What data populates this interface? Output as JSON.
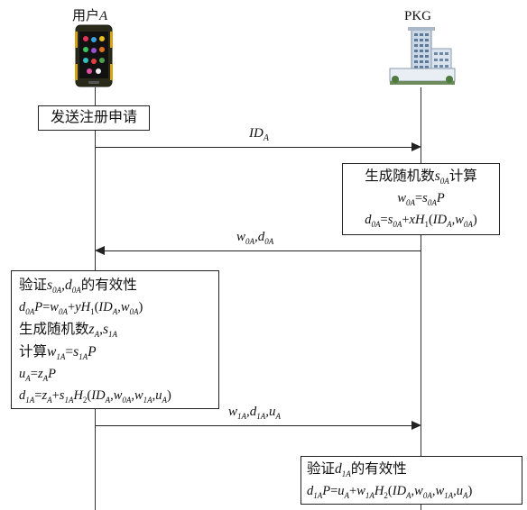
{
  "actors": {
    "user": "用户A",
    "pkg": "PKG"
  },
  "user_box": "发送注册申请",
  "messages": {
    "m1": "ID_A",
    "m2": "w_0A, d_0A",
    "m3": "w_1A, d_1A, u_A"
  },
  "pkg_box1": [
    "生成随机数s_0A计算",
    "w_0A = s_0A P",
    "d_0A = s_0A + x H_1(ID_A, w_0A)"
  ],
  "user_box2": [
    "验证s_0A, d_0A的有效性",
    "d_0A P = w_0A + y H_1(ID_A, w_0A)",
    "生成随机数z_A, s_1A",
    "计算w_1A = s_1A P",
    "u_A = z_A P",
    "d_1A = z_A + s_1A H_2(ID_A, w_0A, w_1A, u_A)"
  ],
  "pkg_box2": [
    "验证d_1A的有效性",
    "d_1A P = u_A + w_1A H_2(ID_A, w_0A, w_1A, u_A)"
  ],
  "icons": {
    "user": "smartphone-icon",
    "pkg": "office-building-icon"
  }
}
